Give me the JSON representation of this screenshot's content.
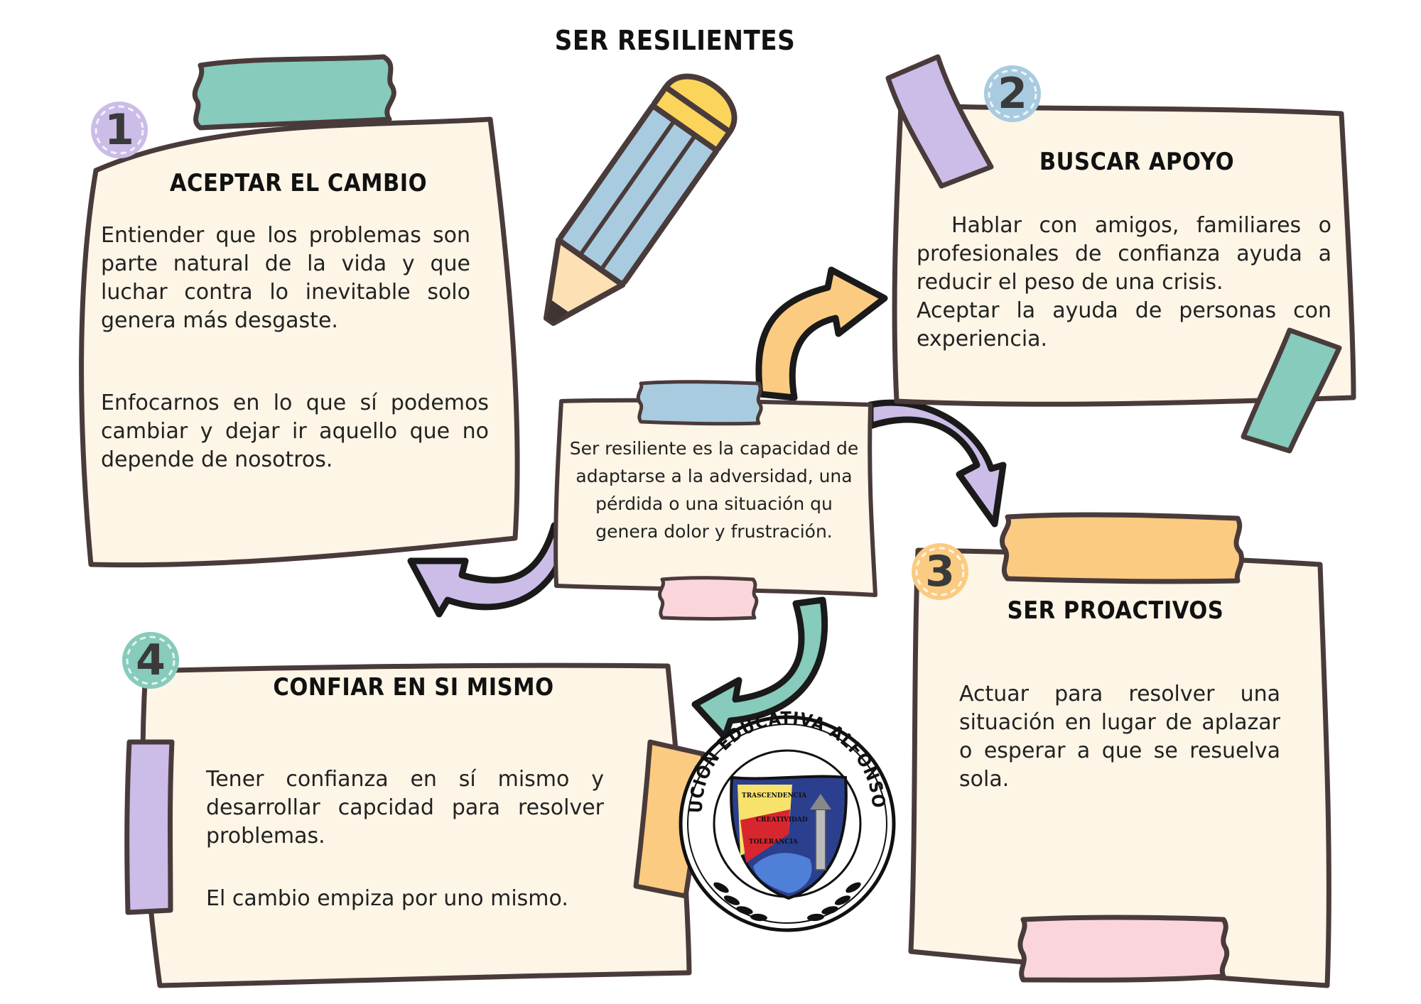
{
  "header": {
    "title": "SER RESILIENTES"
  },
  "center": {
    "text": "Ser resiliente es la capacidad de adaptarse  a la adversidad, una pérdida o una situación qu genera dolor y frustración."
  },
  "cards": [
    {
      "number": "1",
      "title": "ACEPTAR EL CAMBIO",
      "p1": "Entiender que los problemas son parte natural de la vida y que luchar contra lo inevitable solo genera más desgaste.",
      "p2": "Enfocarnos en lo que sí podemos cambiar y dejar ir aquello que no depende de nosotros."
    },
    {
      "number": "2",
      "title": "BUSCAR APOYO",
      "p1": "  Hablar con amigos, familiares o profesionales de confianza ayuda a reducir el peso de una crisis.",
      "p2": "Aceptar la ayuda de personas con experiencia."
    },
    {
      "number": "3",
      "title": "SER PROACTIVOS",
      "p1": "Actuar para resolver una situación  en lugar de aplazar o esperar a que se resuelva sola."
    },
    {
      "number": "4",
      "title": "CONFIAR EN SI MISMO",
      "p1": "Tener confianza en sí mismo y desarrollar capcidad para resolver problemas.",
      "p2": "El cambio empiza por uno mismo."
    }
  ],
  "logo": {
    "ring_text": "INSTITUCIÓN EDUCATIVA ALFONSO LÓPEZ",
    "values": [
      "TRASCENDENCIA",
      "CREATIVIDAD",
      "TOLERANCIA"
    ]
  },
  "colors": {
    "paper": "#fdf5e6",
    "outline": "#4a3b3b",
    "teal": "#86cbbb",
    "lilac": "#cbbde8",
    "orange": "#fbcb82",
    "blue": "#a9cbe0",
    "pink": "#fbd5dc",
    "yellow": "#fbd45c"
  }
}
